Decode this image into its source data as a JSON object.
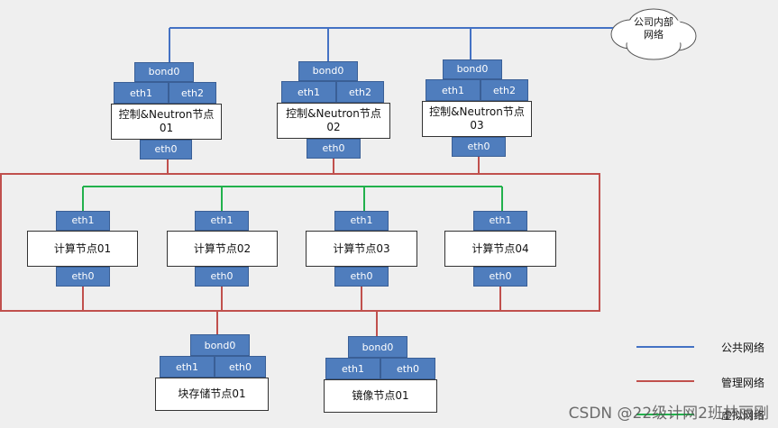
{
  "cloud": {
    "label_line1": "公司内部",
    "label_line2": "网络"
  },
  "ports": {
    "bond0": "bond0",
    "eth0": "eth0",
    "eth1": "eth1",
    "eth2": "eth2"
  },
  "controllers": [
    {
      "name": "控制&Neutron节点01"
    },
    {
      "name": "控制&Neutron节点02"
    },
    {
      "name": "控制&Neutron节点03"
    }
  ],
  "computes": [
    {
      "name": "计算节点01"
    },
    {
      "name": "计算节点02"
    },
    {
      "name": "计算节点03"
    },
    {
      "name": "计算节点04"
    }
  ],
  "storage": [
    {
      "name": "块存储节点01"
    },
    {
      "name": "镜像节点01"
    }
  ],
  "legend": [
    {
      "label": "公共网络",
      "color": "#4472c4"
    },
    {
      "label": "管理网络",
      "color": "#c0504d"
    },
    {
      "label": "虚拟网络",
      "color": "#22b14c"
    }
  ],
  "watermark": "CSDN @22级计网2班林丽刚"
}
